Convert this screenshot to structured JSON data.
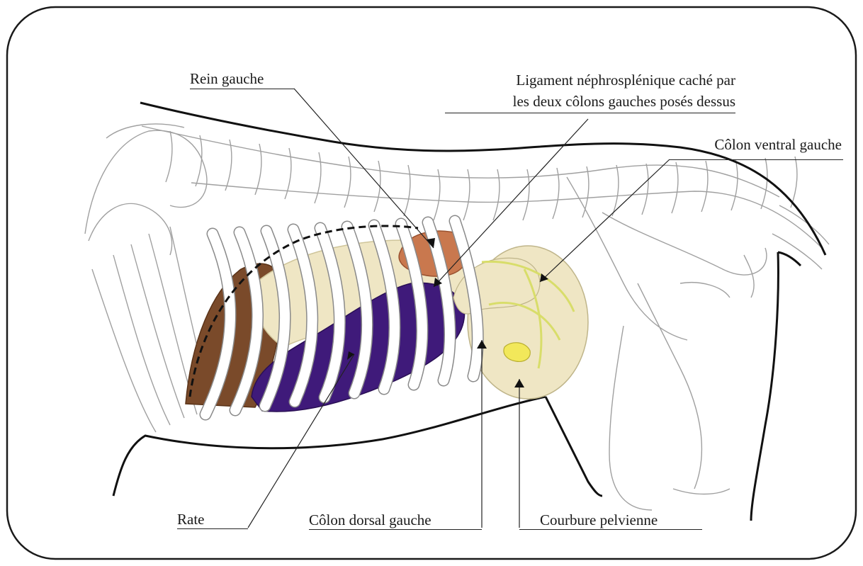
{
  "labels": {
    "rein_gauche": "Rein gauche",
    "ligament_line1": "Ligament néphrosplénique caché par",
    "ligament_line2": "les deux côlons gauches posés dessus",
    "colon_ventral_gauche": "Côlon ventral gauche",
    "rate": "Rate",
    "colon_dorsal_gauche": "Côlon dorsal gauche",
    "courbure_pelvienne": "Courbure pelvienne"
  },
  "colors": {
    "frame": "#1a1a1a",
    "outline": "#9a9a9a",
    "body_line": "#111111",
    "rein": "#c9784e",
    "rate": "#3f1a7a",
    "foie": "#7a4a2a",
    "colon": "#efe6c4",
    "colon_stripe": "#d8dd6a",
    "courbure": "#f2e85a"
  }
}
